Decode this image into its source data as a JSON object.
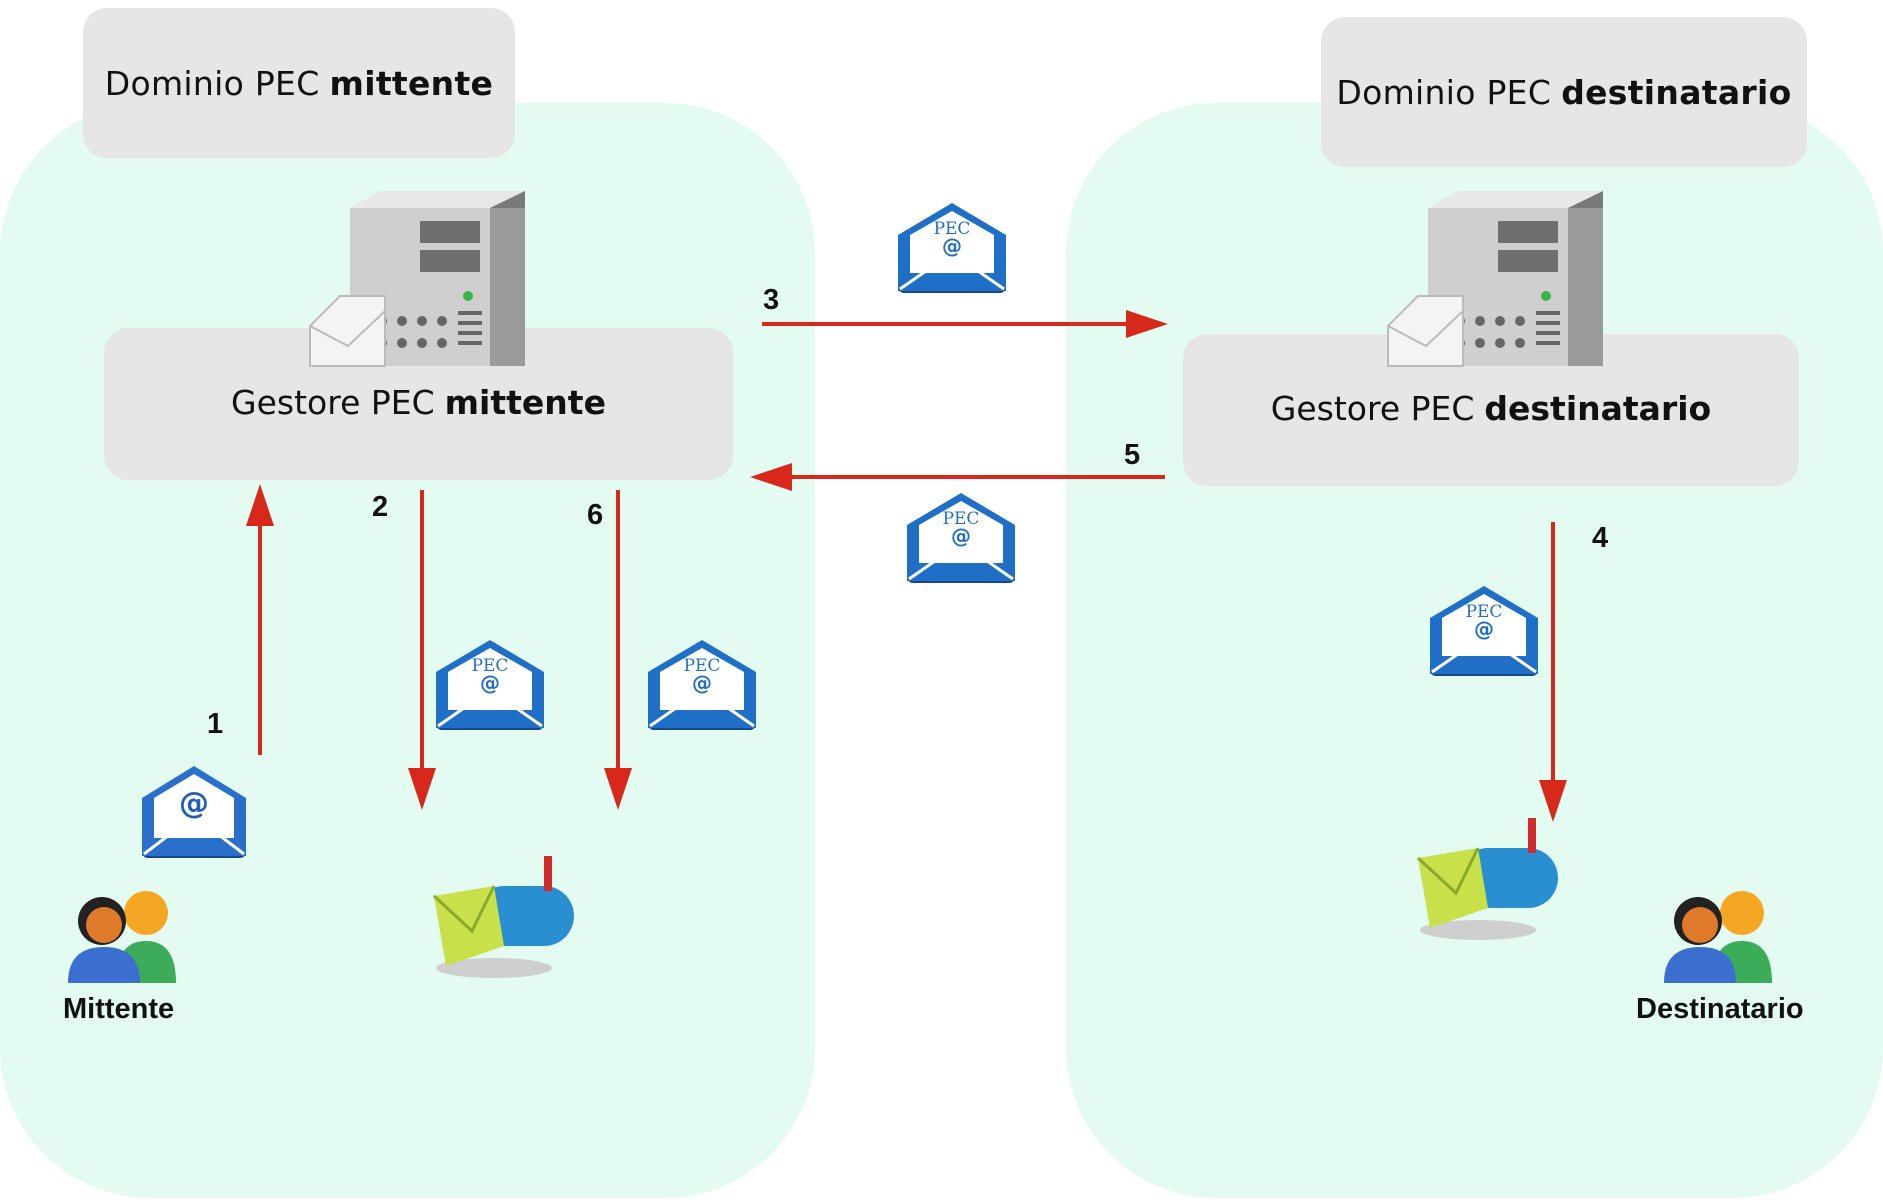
{
  "colors": {
    "domain_area": "#e3fbf0",
    "label_box": "#e6e6e6",
    "arrow": "#d7281b",
    "envelope_blue": "#1f6fc7",
    "envelope_dark": "#16488f"
  },
  "sender_domain": {
    "label_prefix": "Dominio PEC",
    "label_bold": "mittente",
    "provider_prefix": "Gestore PEC",
    "provider_bold": "mittente",
    "person_label": "Mittente"
  },
  "recipient_domain": {
    "label_prefix": "Dominio PEC",
    "label_bold": "destinatario",
    "provider_prefix": "Gestore PEC",
    "provider_bold": "destinatario",
    "person_label": "Destinatario"
  },
  "envelope_text": {
    "pec": "PEC",
    "at": "@"
  },
  "steps": [
    "1",
    "2",
    "3",
    "4",
    "5",
    "6"
  ],
  "icons": [
    "server-icon",
    "mailbox-icon",
    "users-icon",
    "pec-envelope-icon",
    "email-envelope-icon"
  ]
}
